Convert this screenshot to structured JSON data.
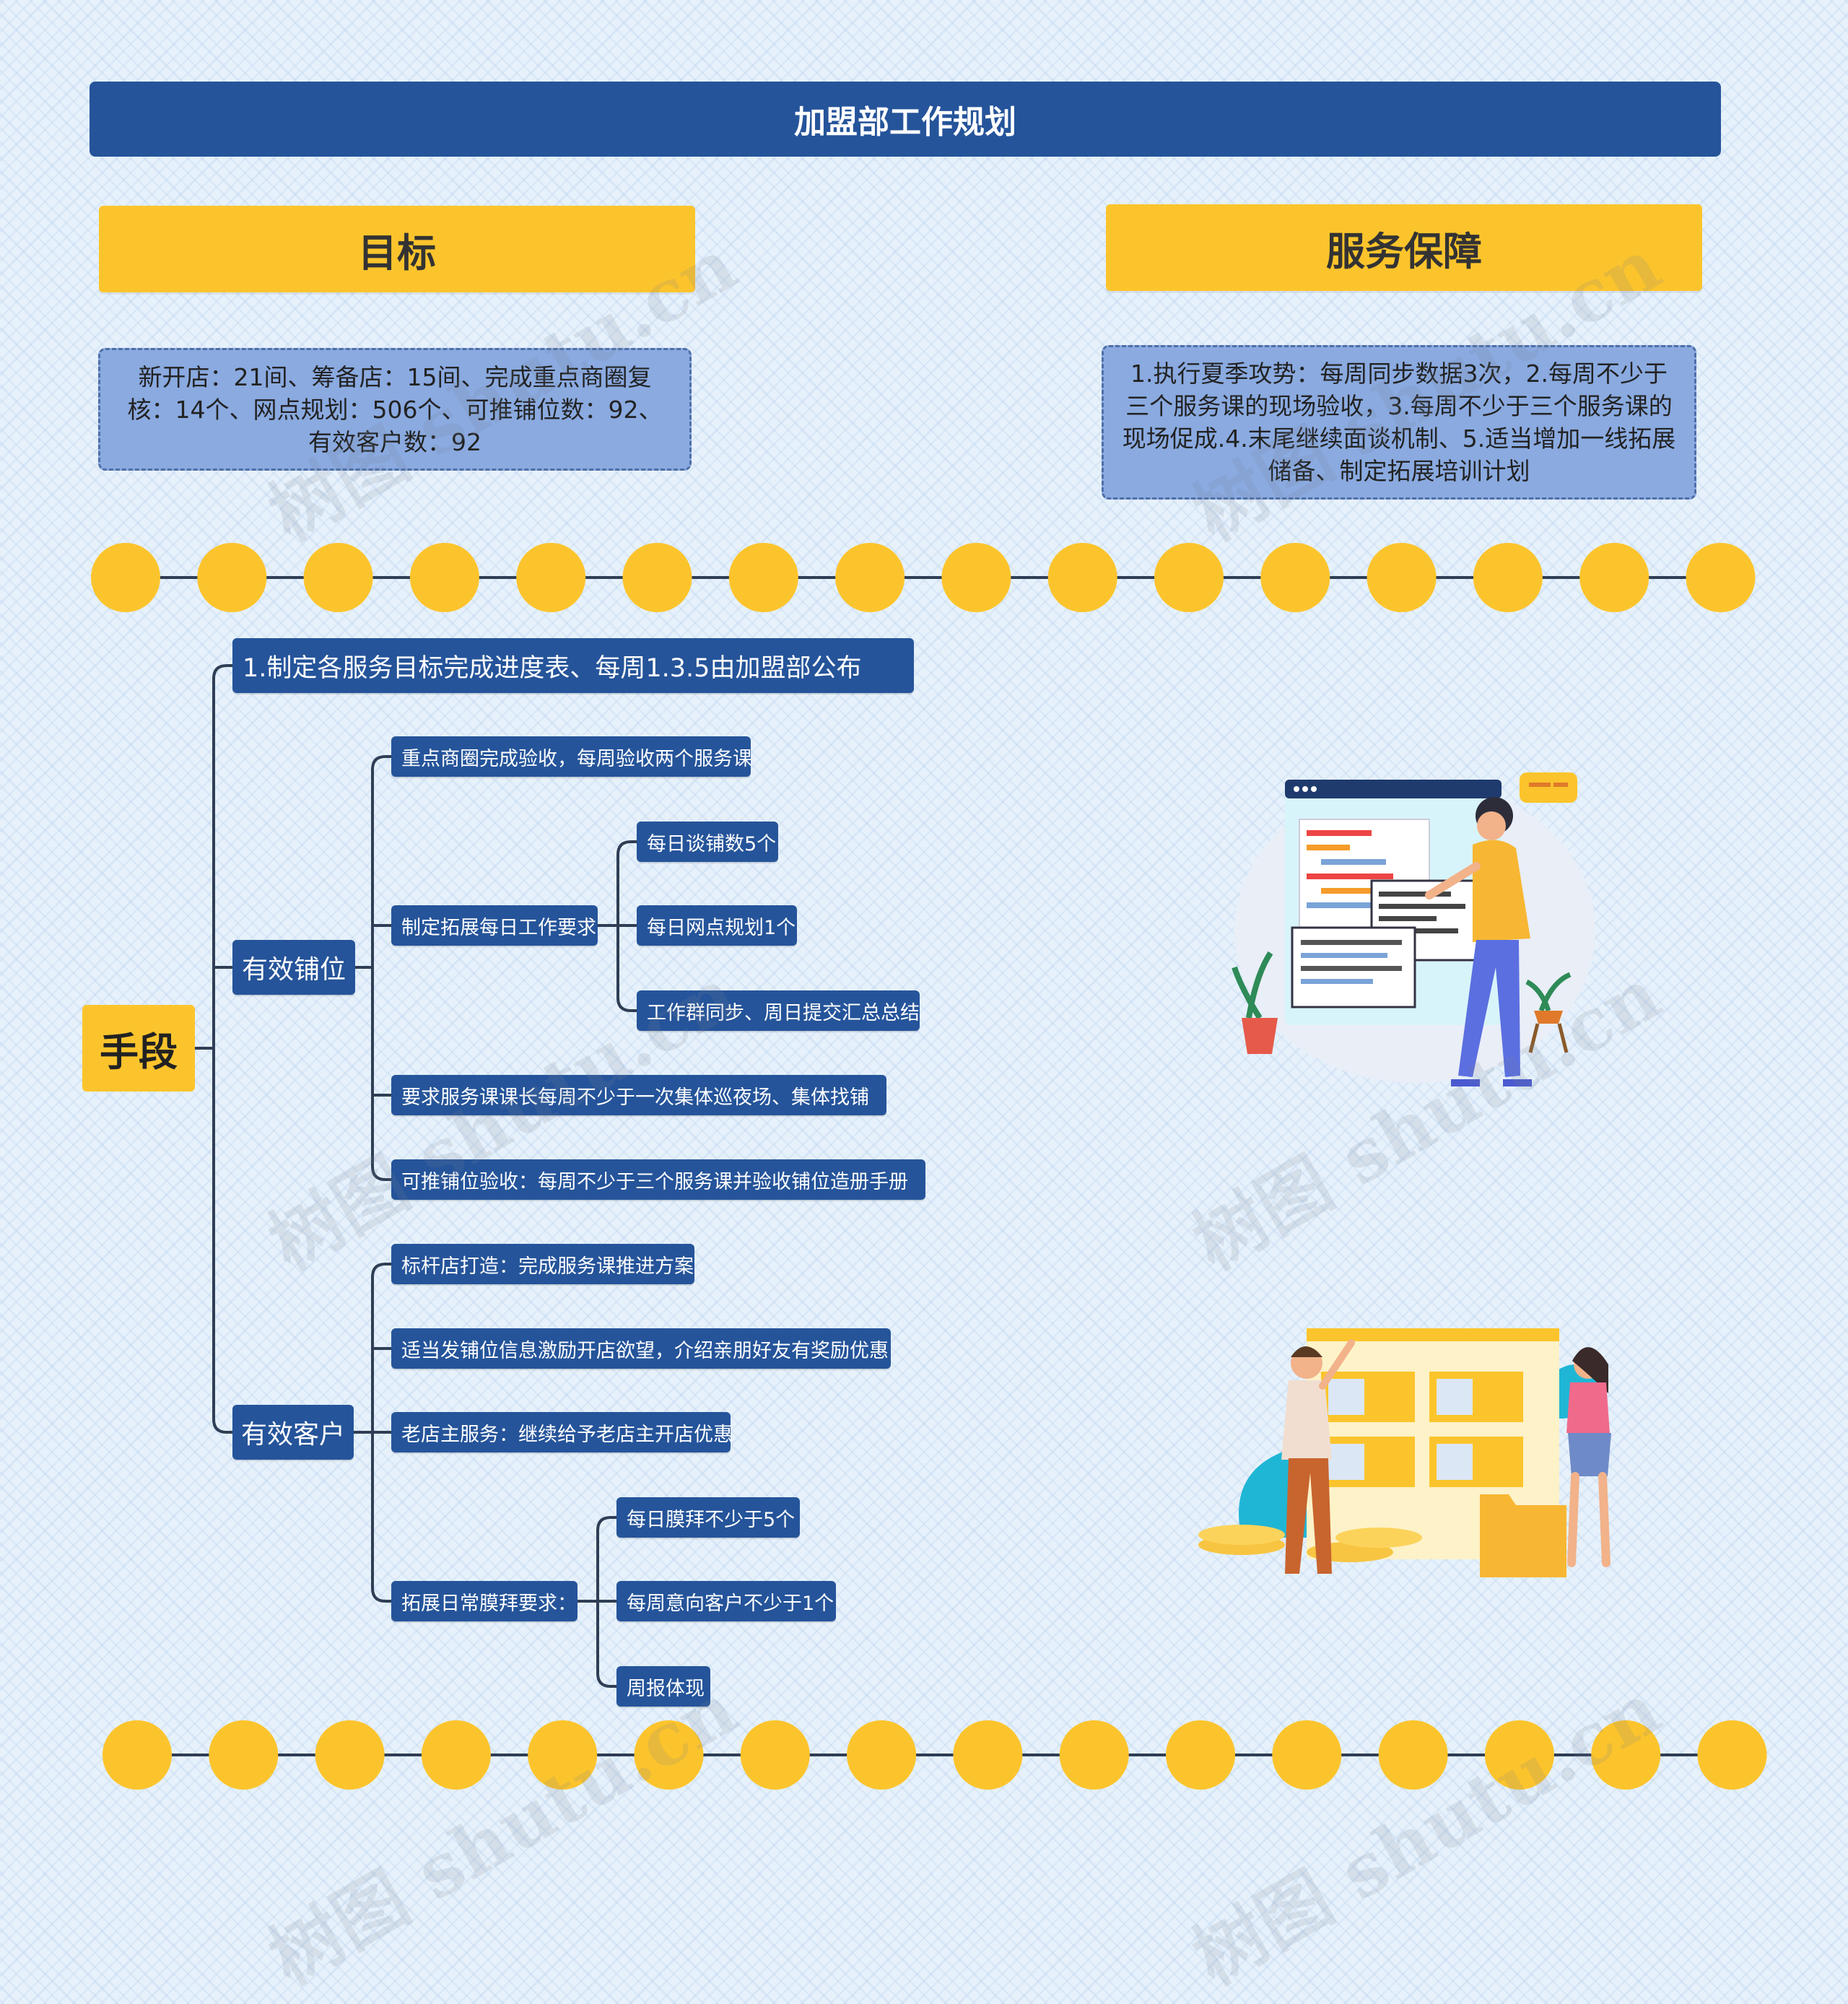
{
  "header": {
    "title": "加盟部工作规划"
  },
  "goal": {
    "heading": "目标",
    "text": "新开店：21间、筹备店：15间、完成重点商圈复核：14个、网点规划：506个、可推铺位数：92、有效客户数：92"
  },
  "service": {
    "heading": "服务保障",
    "text": "1.执行夏季攻势：每周同步数据3次，2.每周不少于三个服务课的现场验收，3.每周不少于三个服务课的现场促成.4.末尾继续面谈机制、5.适当增加一线拓展储备、制定拓展培训计划"
  },
  "tree": {
    "root": "手段",
    "branch_top": "1.制定各服务目标完成进度表、每周1.3.5由加盟部公布",
    "branch_shop": {
      "label": "有效铺位",
      "items": {
        "a": "重点商圈完成验收，每周验收两个服务课",
        "b": "制定拓展每日工作要求",
        "b1": "每日谈铺数5个",
        "b2": "每日网点规划1个",
        "b3": "工作群同步、周日提交汇总总结",
        "c": "要求服务课课长每周不少于一次集体巡夜场、集体找铺",
        "d": "可推铺位验收：每周不少于三个服务课并验收铺位造册手册"
      }
    },
    "branch_client": {
      "label": "有效客户",
      "items": {
        "a": "标杆店打造：完成服务课推进方案",
        "b": "适当发铺位信息激励开店欲望，介绍亲朋好友有奖励优惠",
        "c": "老店主服务：继续给予老店主开店优惠",
        "d": "拓展日常膜拜要求：",
        "d1": "每日膜拜不少于5个",
        "d2": "每周意向客户不少于1个",
        "d3": "周报体现"
      }
    }
  },
  "watermark": "树图 shutu.cn",
  "colors": {
    "navy": "#25549a",
    "yellow": "#fcc42c",
    "note": "#8aaae0",
    "line": "#2f3e55"
  }
}
